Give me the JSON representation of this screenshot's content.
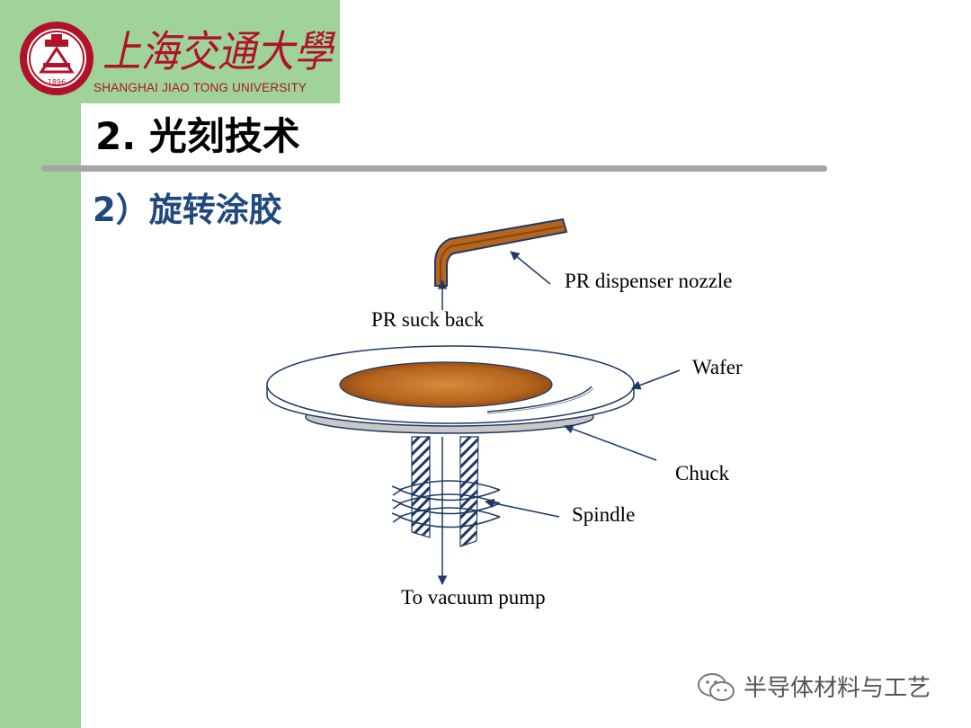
{
  "header": {
    "logo_cn": "上海交通大學",
    "logo_en": "SHANGHAI JIAO TONG UNIVERSITY",
    "logo_seal_year": "1896"
  },
  "slide": {
    "title": "2. 光刻技术",
    "subtitle": "2）旋转涂胶"
  },
  "diagram": {
    "labels": {
      "nozzle": "PR dispenser nozzle",
      "suck_back": "PR suck back",
      "wafer": "Wafer",
      "chuck": "Chuck",
      "spindle": "Spindle",
      "vacuum": "To vacuum pump"
    },
    "colors": {
      "photoresist": "#b5651d",
      "photoresist_dark": "#8a4512",
      "arrow": "#1f3864",
      "chuck": "#c8c8c8"
    }
  },
  "watermark": {
    "icon": "wechat-icon",
    "text": "半导体材料与工艺"
  },
  "colors": {
    "side_bar": "#9fd39a",
    "title_blue": "#1f497d",
    "logo_red": "#b0122a",
    "rule_gray": "#a6a6a6"
  }
}
